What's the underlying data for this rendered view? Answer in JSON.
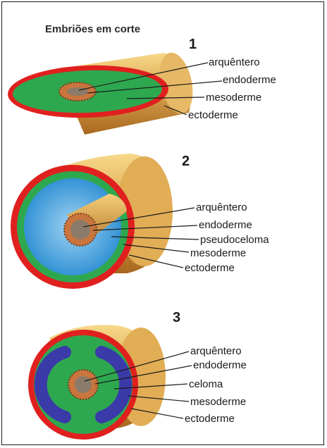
{
  "title": "Embriões em corte",
  "colors": {
    "ectoderm": "#e0201f",
    "mesoderm": "#2ea84f",
    "pseudocoelom": "#2f8fd6",
    "coelom": "#3a3aa8",
    "gut": "#c9753e",
    "cylinder": "#d8a34a"
  },
  "embryos": [
    {
      "number": "1",
      "labels": [
        "arquêntero",
        "endoderme",
        "mesoderme",
        "ectoderme"
      ]
    },
    {
      "number": "2",
      "labels": [
        "arquêntero",
        "endoderme",
        "pseudoceloma",
        "mesoderme",
        "ectoderme"
      ]
    },
    {
      "number": "3",
      "labels": [
        "arquêntero",
        "endoderme",
        "celoma",
        "mesoderme",
        "ectoderme"
      ]
    }
  ]
}
